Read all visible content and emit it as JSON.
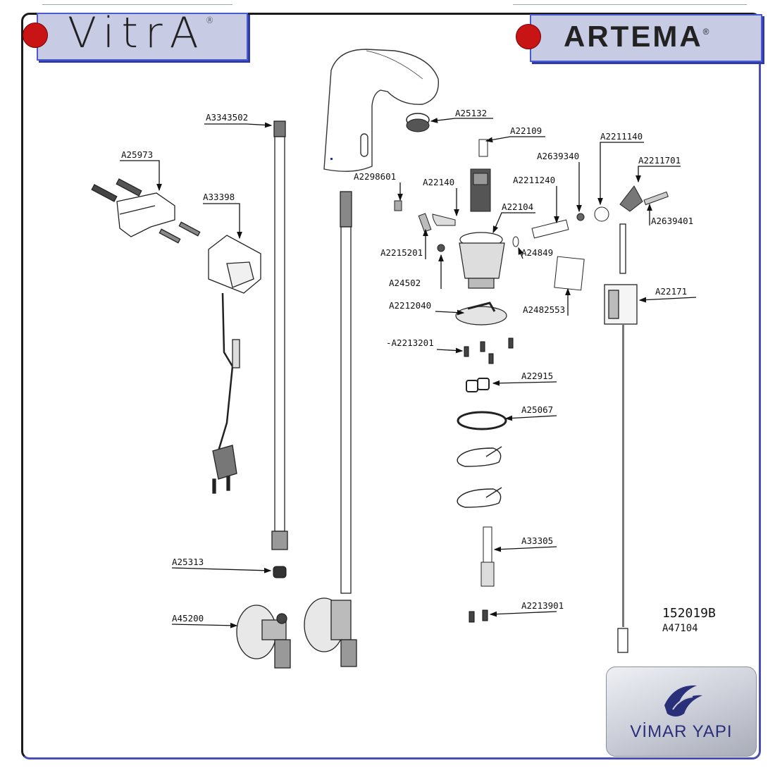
{
  "brands": {
    "left_logo": "VitrA",
    "right_logo": "ARTEMA",
    "registered_mark": "®",
    "dealer": "VİMAR YAPI"
  },
  "part_labels": {
    "p1": "A3343502",
    "p2": "A25973",
    "p3": "A33398",
    "p4": "A25132",
    "p5": "A22109",
    "p6": "A2211140",
    "p7": "A2639340",
    "p8": "A2211701",
    "p9": "A2298601",
    "p10": "A22140",
    "p11": "A2211240",
    "p12": "A22104",
    "p13": "A2639401",
    "p14": "A2215201",
    "p15": "A24849",
    "p16": "A24502",
    "p17": "A2482553",
    "p18": "A2212040",
    "p19": "A22171",
    "p20": "-A2213201",
    "p21": "A22915",
    "p22": "A25067",
    "p23": "A33305",
    "p24": "A25313",
    "p25": "A2213901",
    "p26": "A45200"
  },
  "drawing_code": "152019B",
  "product_code": "A47104",
  "colors": {
    "logo_tab_bg": "#c7cbe4",
    "logo_tab_border": "#4a5ad0",
    "dot": "#c81414",
    "frame": "#1a1a1a",
    "frame_accent": "#4a4fb8"
  }
}
